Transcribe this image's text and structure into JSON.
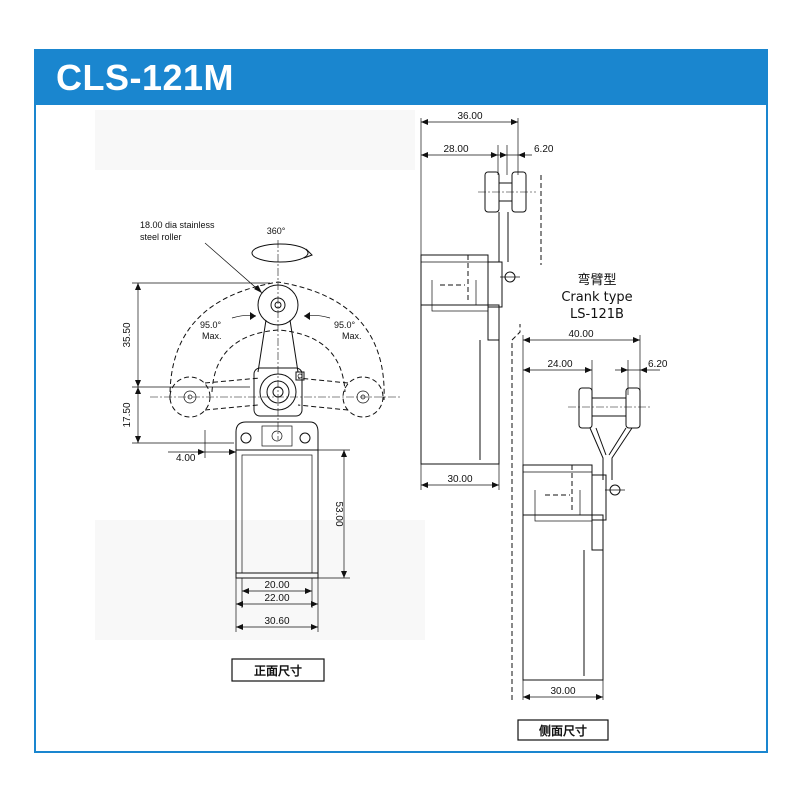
{
  "header": {
    "title": "CLS-121M"
  },
  "front_view": {
    "label": "正面尺寸",
    "roller_note_line1": "18.00 dia stainless",
    "roller_note_line2": "steel roller",
    "rotation": "360°",
    "angle_left": "95.0°",
    "angle_left_sub": "Max.",
    "angle_right": "95.0°",
    "angle_right_sub": "Max.",
    "dims": {
      "d35_50": "35.50",
      "d17_50": "17.50",
      "d4_00": "4.00",
      "d53_00": "53.00",
      "d20_00": "20.00",
      "d22_00": "22.00",
      "d30_60": "30.60"
    }
  },
  "side_view": {
    "label": "侧面尺寸",
    "dims": {
      "d36_00": "36.00",
      "d28_00": "28.00",
      "d6_20_top": "6.20",
      "d30_00_top": "30.00",
      "d40_00": "40.00",
      "d24_00": "24.00",
      "d6_20_bottom": "6.20",
      "d30_00_bottom": "30.00"
    }
  },
  "crank_variant": {
    "name_cn": "弯臂型",
    "name_en": "Crank type",
    "model": "LS-121B"
  }
}
